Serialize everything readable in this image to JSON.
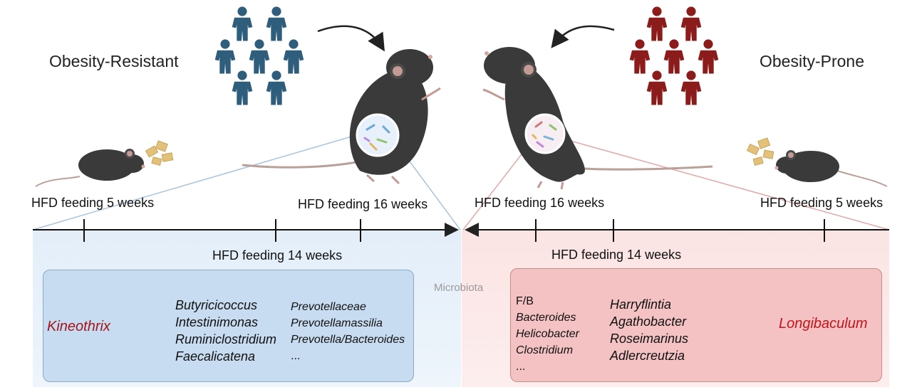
{
  "groups": {
    "left": "Obesity-Resistant",
    "right": "Obesity-Prone"
  },
  "timeline": {
    "left_5w": "HFD feeding 5 weeks",
    "left_16w": "HFD feeding 16 weeks",
    "right_16w": "HFD feeding 16 weeks",
    "right_5w": "HFD feeding 5 weeks",
    "left_14w": "HFD feeding 14 weeks",
    "right_14w": "HFD feeding 14 weeks"
  },
  "center_label": "Microbiota",
  "left_box": {
    "highlight": "Kineothrix",
    "col1": [
      "Butyricicoccus",
      "Intestinimonas",
      "Ruminiclostridium",
      "Faecalicatena"
    ],
    "col2": [
      "Prevotellaceae",
      "Prevotellamassilia",
      "Prevotella/Bacteroides",
      "..."
    ]
  },
  "right_box": {
    "col1": [
      "F/B",
      "Bacteroides",
      "Helicobacter",
      "Clostridium",
      "..."
    ],
    "col2": [
      "Harryflintia",
      "Agathobacter",
      "Roseimarinus",
      "Adlercreutzia"
    ],
    "highlight": "Longibaculum"
  },
  "colors": {
    "people_left": "#2f5d7c",
    "people_right": "#8c1c1c",
    "arrow_up": "#a3151b",
    "mouse": "#3a3a3a",
    "crown": "#e6b422"
  }
}
